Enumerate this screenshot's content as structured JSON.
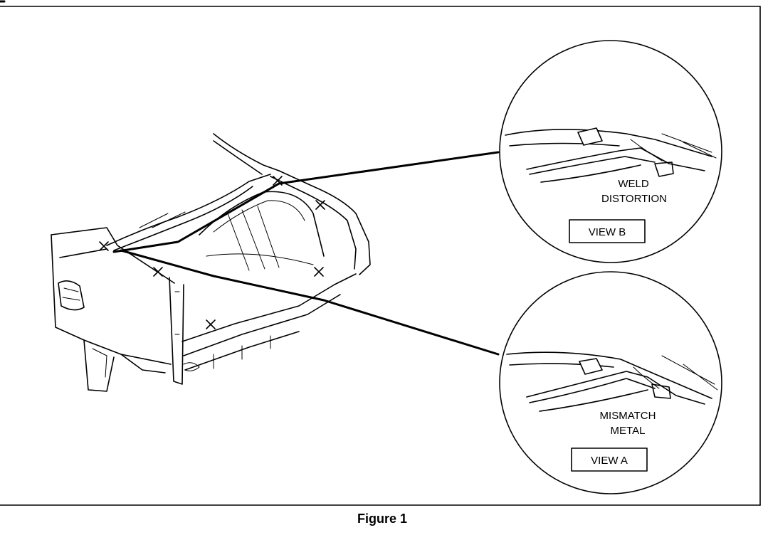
{
  "view_b": {
    "callout_line1": "WELD",
    "callout_line2": "DISTORTION",
    "label": "VIEW B"
  },
  "view_a": {
    "callout_line1": "MISMATCH",
    "callout_line2": "METAL",
    "label": "VIEW A"
  },
  "caption": "Figure 1"
}
